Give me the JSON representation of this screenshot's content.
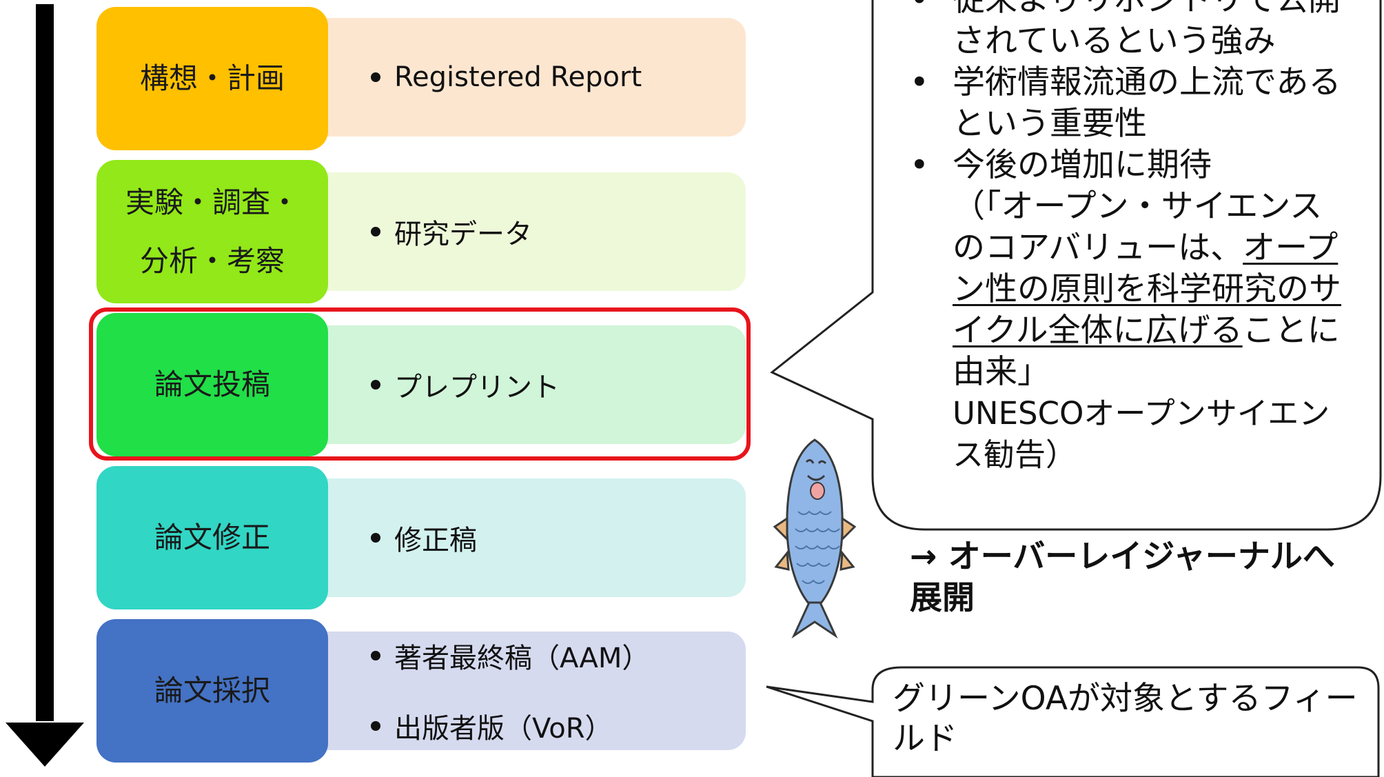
{
  "stages": [
    {
      "label_lines": [
        "構想・計画"
      ],
      "items": [
        "Registered Report"
      ],
      "box_color": "#ffc000",
      "panel_color": "#fde6d0"
    },
    {
      "label_lines": [
        "実験・調査・",
        "分析・考察"
      ],
      "items": [
        "研究データ"
      ],
      "box_color": "#92e818",
      "panel_color": "#eef9d9"
    },
    {
      "label_lines": [
        "論文投稿"
      ],
      "items": [
        "プレプリント"
      ],
      "box_color": "#20df47",
      "panel_color": "#d0f5d8"
    },
    {
      "label_lines": [
        "論文修正"
      ],
      "items": [
        "修正稿"
      ],
      "box_color": "#31d6c4",
      "panel_color": "#d2f1ef"
    },
    {
      "label_lines": [
        "論文採択"
      ],
      "items": [
        "著者最終稿（AAM）",
        "出版者版（VoR）"
      ],
      "box_color": "#4472c4",
      "panel_color": "#d6daef"
    }
  ],
  "callout": {
    "items": [
      "従来よりリポジトリで公開されているという強み",
      "学術情報流通の上流であるという重要性",
      "今後の増加に期待"
    ],
    "quote_open": "（「オープン・サイエンスのコアバリューは、",
    "quote_underlined": "オープン性の原則を科学研究のサイクル全体に広げる",
    "quote_close": "ことに由来」",
    "source": "UNESCOオープンサイエンス勧告）",
    "overlay": "→ オーバーレイジャーナルへ展開"
  },
  "green_callout": {
    "text": "グリーンOAが対象とするフィールド"
  },
  "colors": {
    "highlight": "#e8141c",
    "fish_body": "#8fb6e6",
    "arrow": "#000000"
  },
  "icons": {
    "timeline": "down-arrow-icon",
    "mascot": "fish-mascot-icon"
  }
}
